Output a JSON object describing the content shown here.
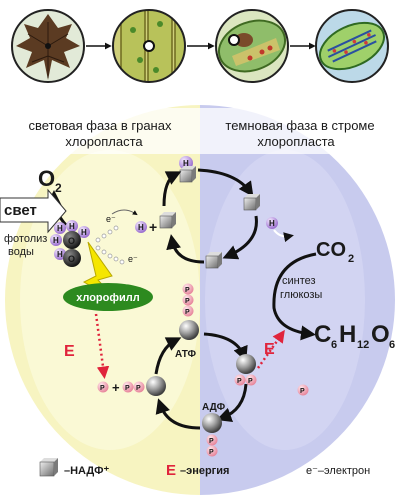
{
  "titles": {
    "light_1": "световая фаза в гранах",
    "light_2": "хлоропласта",
    "dark_1": "темновая фаза в строме",
    "dark_2": "хлоропласта"
  },
  "labels": {
    "o2_sub": "2",
    "light": "свет",
    "photolysis_1": "фотолиз",
    "photolysis_2": "воды",
    "electron": "е⁻",
    "chlorophyll": "хлорофилл",
    "energy_symbol": "Е",
    "atp": "АТФ",
    "adp": "АДФ",
    "co2_sub": "2",
    "synthesis_1": "синтез",
    "synthesis_2": "глюкозы"
  },
  "legend": {
    "nadp": "–НАДФ⁺",
    "energy": "–энергия",
    "electron": "е⁻–электрон"
  }
}
